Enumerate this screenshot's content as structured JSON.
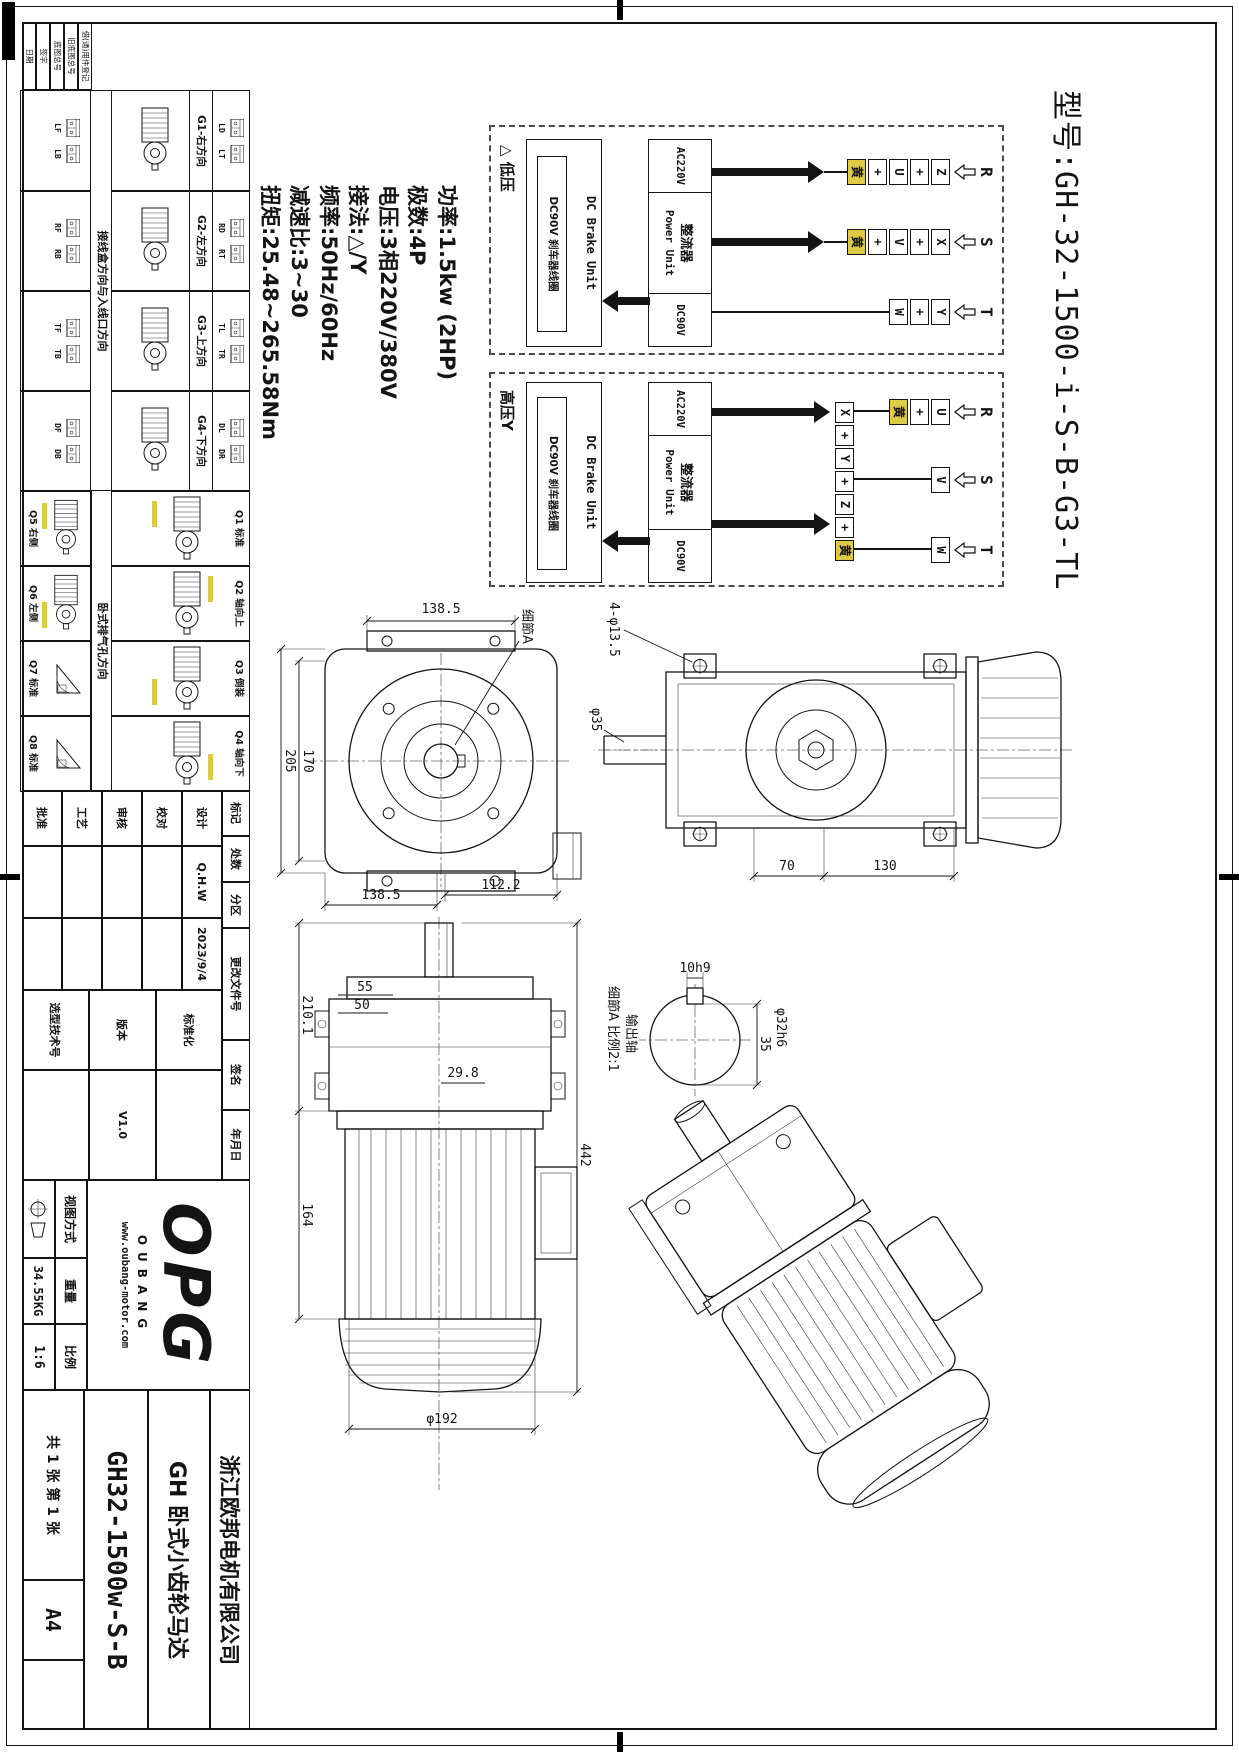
{
  "sheet_title": "型号:GH-32-1500-i-S-B-G3-TL",
  "specs": [
    "功率:1.5kw (2HP)",
    "极数:4P",
    "电压:3相220V/380V",
    "接法:△/Y",
    "频率:50Hz/60Hz",
    "减速比:3~30",
    "扭矩:25.48~265.58Nm"
  ],
  "wiring": {
    "low": {
      "caption": "△ 低压",
      "phases": [
        "R",
        "S",
        "T"
      ],
      "col1": [
        "Z",
        "+",
        "U",
        "+",
        "黄"
      ],
      "col2": [
        "X",
        "+",
        "V",
        "+",
        "黄"
      ],
      "col3": [
        "Y",
        "+",
        "W"
      ],
      "ac": "AC220V",
      "rect_cn": "整流器",
      "rect_en": "Power Unit",
      "dc": "DC90V",
      "brake_title": "DC Brake Unit",
      "brake_coil": "DC90V 刹车器线圈"
    },
    "high": {
      "caption": "高压Y",
      "phases": [
        "R",
        "S",
        "T"
      ],
      "col1": [
        "U",
        "+",
        "黄"
      ],
      "col2": [
        "V"
      ],
      "col3": [
        "W"
      ],
      "link": [
        "X",
        "+",
        "Y",
        "+",
        "Z",
        "+",
        "黄"
      ],
      "ac": "AC220V",
      "rect_cn": "整流器",
      "rect_en": "Power Unit",
      "dc": "DC90V",
      "brake_title": "DC Brake Unit",
      "brake_coil": "DC90V 刹车器线圈"
    }
  },
  "dims": {
    "holes": "4-φ13.5",
    "shaft_dia": "φ35",
    "d70": "70",
    "d130": "130",
    "w_top": "138.5",
    "w_bot": "138.5",
    "h205": "205",
    "h170": "170",
    "d112": "112.2",
    "detail_ref": "细節A",
    "len210": "210.1",
    "d55": "55",
    "d50": "50",
    "d298": "29.8",
    "d164": "164",
    "total442": "442",
    "dia192": "φ192",
    "key": "10h9",
    "d35": "35",
    "dia32": "φ32h6"
  },
  "detail": {
    "output_shaft": "输出轴",
    "scale_note": "细節A 比例2:1"
  },
  "orientation": {
    "junction_header": "接线盒方向与入线口方向",
    "groups": [
      {
        "label": "G1-右方向",
        "top1": "LD",
        "top2": "LT",
        "bot1": "LF",
        "bot2": "LB"
      },
      {
        "label": "G2-左方向",
        "top1": "RD",
        "top2": "RT",
        "bot1": "RF",
        "bot2": "RB"
      },
      {
        "label": "G3-上方向",
        "top1": "TL",
        "top2": "TR",
        "bot1": "TF",
        "bot2": "TB"
      },
      {
        "label": "G4-下方向",
        "top1": "DL",
        "top2": "DR",
        "bot1": "DF",
        "bot2": "DB"
      }
    ],
    "exhaust_header": "卧式排气孔方向",
    "ex_top": [
      "Q1 标准",
      "Q2 轴向上",
      "Q3 倒装",
      "Q4 轴向下"
    ],
    "ex_bottom": [
      "Q5 右侧",
      "Q6 左侧",
      "Q7 标准",
      "Q8 标准"
    ]
  },
  "corner": [
    "借(通)用件登记",
    "旧底图总号",
    "底图总号",
    "签字",
    "日期"
  ],
  "revision": {
    "headers": [
      "标记",
      "处数",
      "分区",
      "更改文件号",
      "签名",
      "年月日"
    ],
    "rows": [
      {
        "label": "设计",
        "name": "Q.H.W",
        "date": "2023/9/4"
      },
      {
        "label": "校对",
        "name": "",
        "date": ""
      },
      {
        "label": "审核",
        "name": "",
        "date": ""
      },
      {
        "label": "工艺",
        "name": "",
        "date": ""
      },
      {
        "label": "批准",
        "name": "",
        "date": ""
      }
    ],
    "right": [
      {
        "label": "标准化",
        "value": ""
      },
      {
        "label": "版本",
        "value": "V1.0"
      },
      {
        "label": "选型技术号",
        "value": ""
      }
    ]
  },
  "titleblock": {
    "logo": "OPG",
    "logo_sub": "OUBANG",
    "url": "www.oubang-motor.com",
    "company": "浙江欧邦电机有限公司",
    "product": "GH 卧式小齿轮马达",
    "part_no": "GH32-1500w-S-B",
    "weight_label": "重量",
    "weight": "34.55KG",
    "scale_label": "比例",
    "scale": "1:6",
    "sheet": "共 1 张  第 1 张",
    "size": "A4",
    "view_label": "视图方式"
  }
}
